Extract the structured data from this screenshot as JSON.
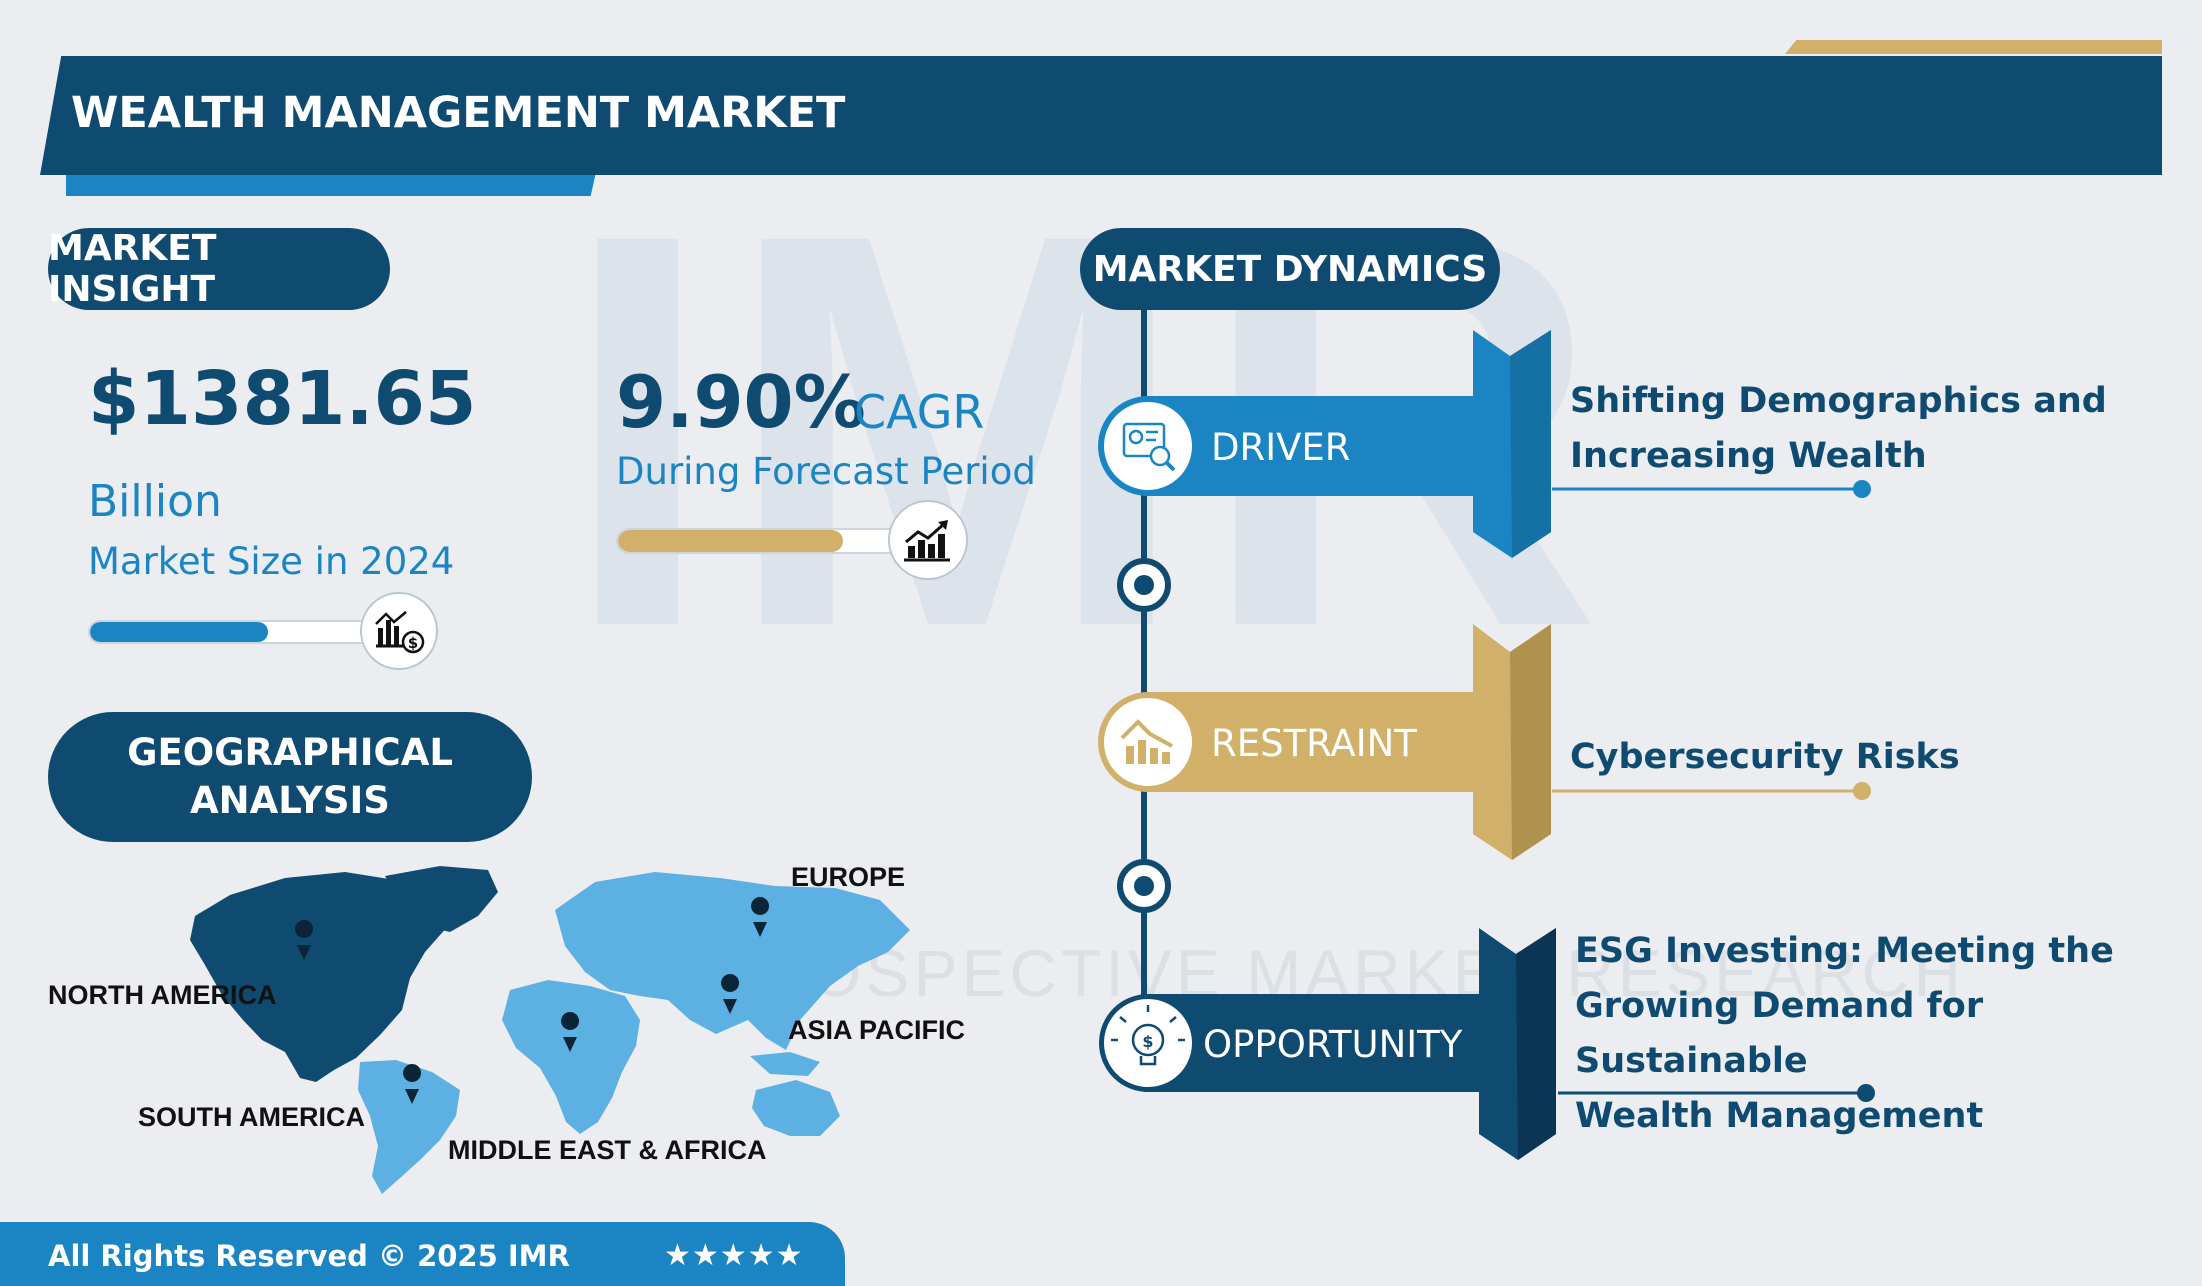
{
  "title": "WEALTH MANAGEMENT MARKET",
  "watermark": {
    "letters": "IMR",
    "text": "INTROSPECTIVE MARKET RESEARCH"
  },
  "market_insight": {
    "heading": "MARKET INSIGHT",
    "size_value": "$1381.65",
    "size_unit": "Billion",
    "size_label": "Market Size in 2024",
    "size_bar_fill": 0.6,
    "size_icon": "chart-dollar-icon",
    "cagr_value": "9.90%",
    "cagr_suffix": "CAGR",
    "cagr_label": "During Forecast Period",
    "cagr_bar_fill": 0.76,
    "cagr_icon": "growth-chart-icon"
  },
  "geo": {
    "heading_line1": "GEOGRAPHICAL",
    "heading_line2": "ANALYSIS",
    "regions": [
      "NORTH AMERICA",
      "EUROPE",
      "ASIA PACIFIC",
      "SOUTH AMERICA",
      "MIDDLE EAST & AFRICA"
    ]
  },
  "dynamics": {
    "heading": "MARKET DYNAMICS",
    "items": [
      {
        "label": "DRIVER",
        "icon": "data-analysis-icon",
        "text_lines": [
          "Shifting Demographics and",
          "Increasing Wealth"
        ],
        "color": "#1b85c4"
      },
      {
        "label": "RESTRAINT",
        "icon": "declining-chart-icon",
        "text_lines": [
          "Cybersecurity Risks"
        ],
        "color": "#d1b06a"
      },
      {
        "label": "OPPORTUNITY",
        "icon": "idea-dollar-icon",
        "text_lines": [
          "ESG Investing: Meeting the",
          "Growing Demand for Sustainable",
          "Wealth Management"
        ],
        "color": "#0f4a71"
      }
    ]
  },
  "footer": {
    "copyright": "All Rights Reserved © 2025 IMR",
    "stars": "★★★★★"
  },
  "colors": {
    "navy": "#0f4a71",
    "blue": "#1b85c4",
    "gold": "#d1b06a",
    "light_blue": "#5db0e2",
    "background": "#ebedf0"
  }
}
